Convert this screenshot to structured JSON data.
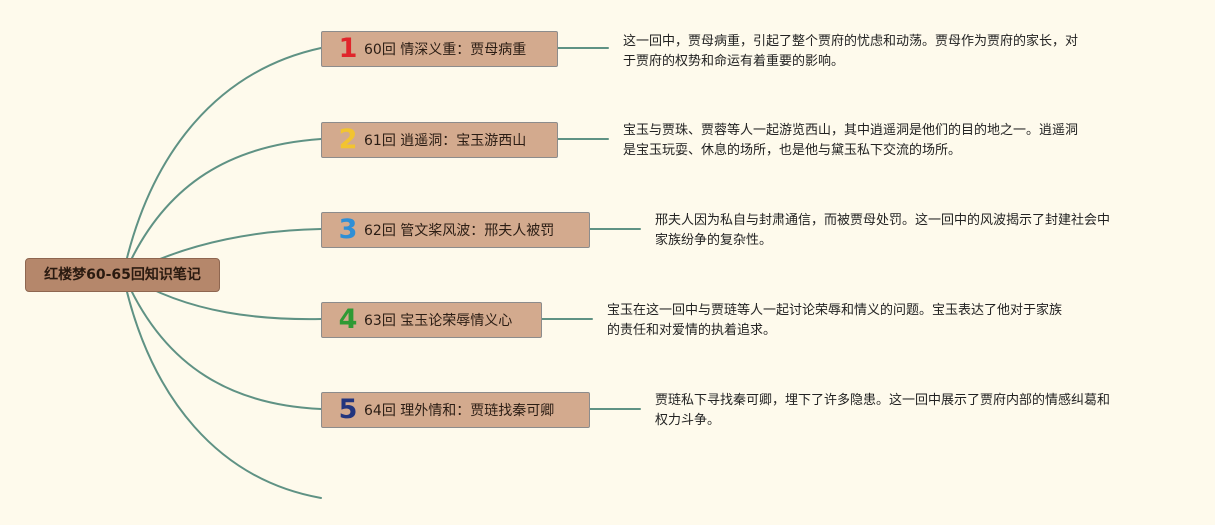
{
  "root": {
    "title": "红楼梦60-65回知识笔记"
  },
  "chapters": [
    {
      "num": "1",
      "num_color": "#e0252b",
      "label": "60回 情深义重：贾母病重",
      "note_lines": [
        "这一回中，贾母病重，引起了整个贾府的忧虑和动荡。贾母作为贾府的家长，对",
        "于贾府的权势和命运有着重要的影响。"
      ]
    },
    {
      "num": "2",
      "num_color": "#f2c430",
      "label": "61回 逍遥洞：宝玉游西山",
      "note_lines": [
        "宝玉与贾珠、贾蓉等人一起游览西山，其中逍遥洞是他们的目的地之一。逍遥洞",
        "是宝玉玩耍、休息的场所，也是他与黛玉私下交流的场所。"
      ]
    },
    {
      "num": "3",
      "num_color": "#2e8fd6",
      "label": "62回 管文桨风波：邢夫人被罚",
      "note_lines": [
        "邢夫人因为私自与封肃通信，而被贾母处罚。这一回中的风波揭示了封建社会中",
        "家族纷争的复杂性。"
      ]
    },
    {
      "num": "4",
      "num_color": "#2e9a34",
      "label": "63回 宝玉论荣辱情义心",
      "note_lines": [
        "宝玉在这一回中与贾琏等人一起讨论荣辱和情义的问题。宝玉表达了他对于家族",
        "的责任和对爱情的执着追求。"
      ]
    },
    {
      "num": "5",
      "num_color": "#22357e",
      "label": "64回 理外情和：贾琏找秦可卿",
      "note_lines": [
        "贾琏私下寻找秦可卿，埋下了许多隐患。这一回中展示了贾府内部的情感纠葛和",
        "权力斗争。"
      ]
    }
  ],
  "colors": {
    "background": "#fefaec",
    "root_fill": "#b5876b",
    "node_fill": "#d3aa8e",
    "connector": "#5f9284"
  }
}
